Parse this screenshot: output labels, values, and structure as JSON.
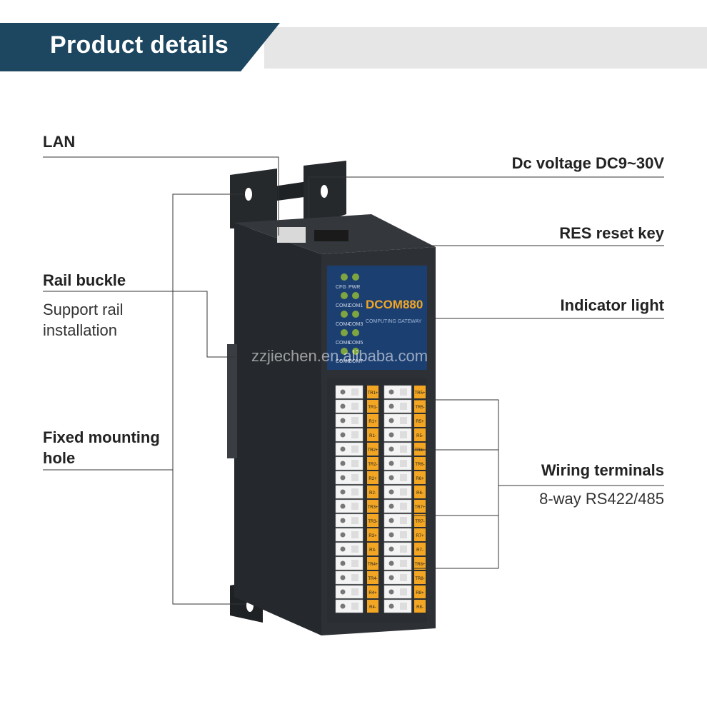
{
  "header": {
    "title": "Product details"
  },
  "labels": {
    "lan": "LAN",
    "dc_voltage": "Dc voltage DC9~30V",
    "res_reset": "RES reset key",
    "rail_buckle": "Rail buckle",
    "rail_sub_1": "Support rail",
    "rail_sub_2": "installation",
    "indicator": "Indicator light",
    "fixed_1": "Fixed mounting",
    "fixed_2": "hole",
    "wiring": "Wiring terminals",
    "wiring_sub": "8-way RS422/485"
  },
  "device": {
    "model": "DCOM880",
    "subtitle": "COMPUTING GATEWAY",
    "leds": [
      [
        "CFG",
        "PWR"
      ],
      [
        "COM2",
        "COM1"
      ],
      [
        "COM4",
        "COM3"
      ],
      [
        "COM6",
        "COM5"
      ],
      [
        "COM8",
        "COM7"
      ]
    ],
    "left_terms": [
      "TR1+",
      "TR1-",
      "R1+",
      "R1-",
      "TR2+",
      "TR2-",
      "R2+",
      "R2-",
      "TR3+",
      "TR3-",
      "R3+",
      "R3-",
      "TR4+",
      "TR4-",
      "R4+",
      "R4-"
    ],
    "right_terms": [
      "TR5+",
      "TR5-",
      "R5+",
      "R5-",
      "TR6+",
      "TR6-",
      "R6+",
      "R6-",
      "TR7+",
      "TR7-",
      "R7+",
      "R7-",
      "TR8+",
      "TR8-",
      "R8+",
      "R8-"
    ]
  },
  "watermark": "zzjiechen.en.alibaba.com",
  "colors": {
    "header_blue": "#1d4660",
    "header_gray": "#e6e6e6",
    "device_body": "#2b2f33",
    "panel_blue": "#1c3f72",
    "accent_orange": "#f2a623",
    "terminal_white": "#f4f4f4"
  }
}
